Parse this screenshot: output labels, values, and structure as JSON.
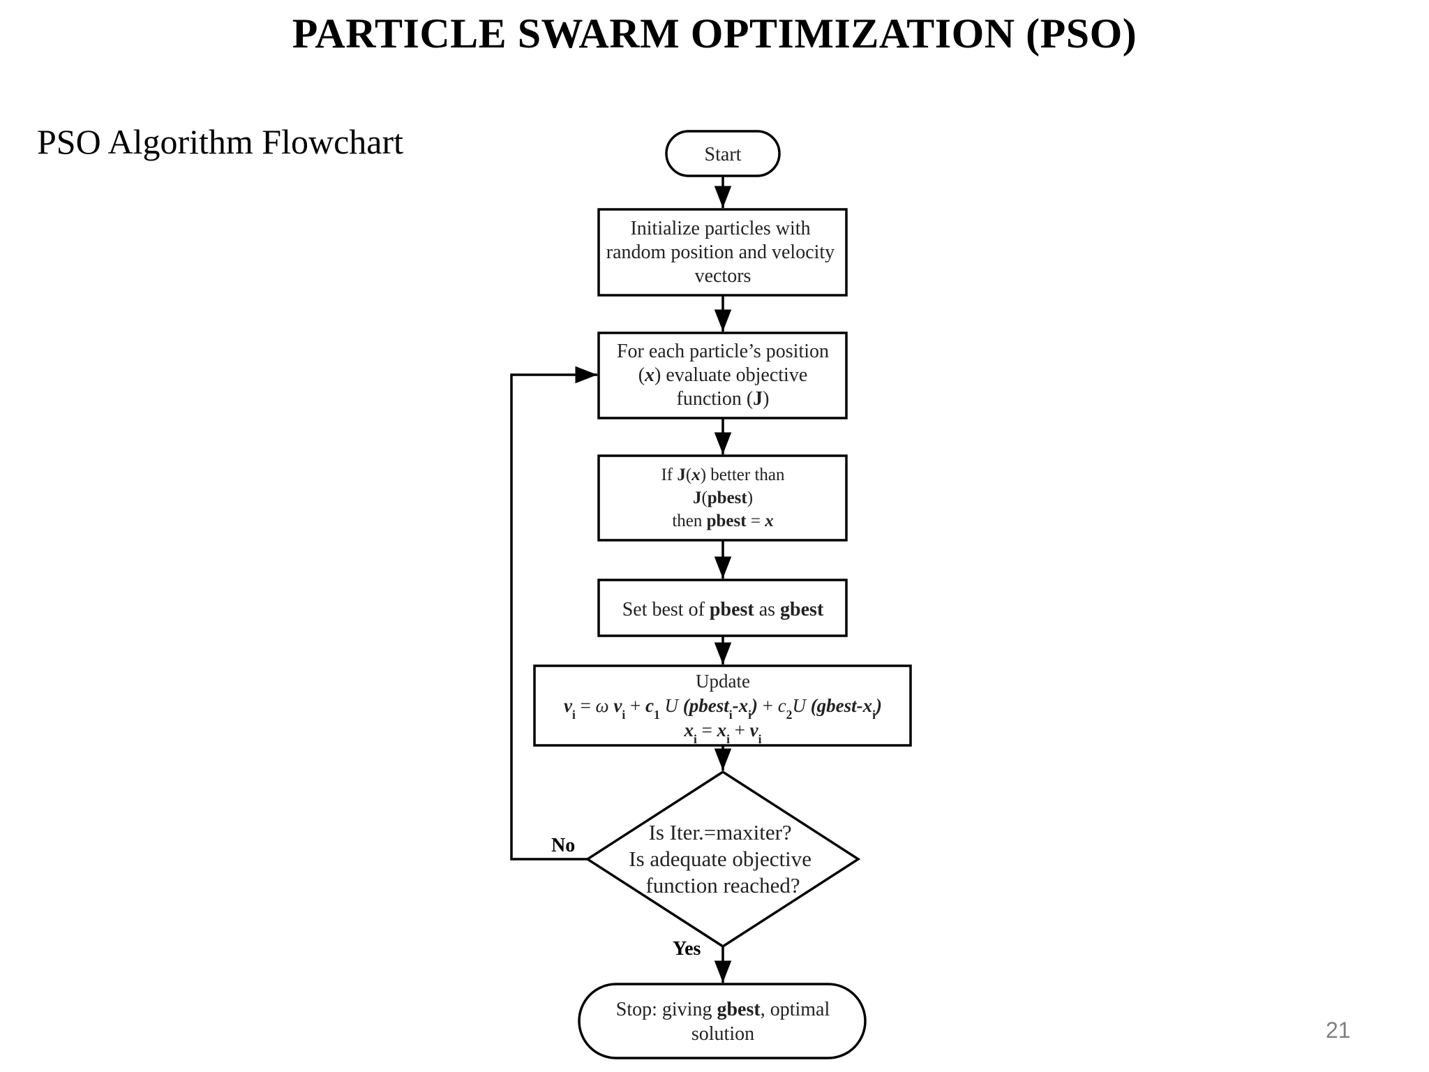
{
  "slide": {
    "title": "PARTICLE SWARM OPTIMIZATION (PSO)",
    "subtitle": "PSO Algorithm Flowchart",
    "page_number": "21"
  },
  "flowchart": {
    "start": "Start",
    "init": [
      "Initialize particles with",
      "random position and velocity",
      "vectors"
    ],
    "evaluate": [
      {
        "parts": [
          {
            "t": "For each particle’s position"
          }
        ]
      },
      {
        "parts": [
          {
            "t": "("
          },
          {
            "t": "x",
            "style": "bi"
          },
          {
            "t": ") evaluate objective"
          }
        ]
      },
      {
        "parts": [
          {
            "t": "function ("
          },
          {
            "t": "J",
            "style": "b"
          },
          {
            "t": ")"
          }
        ]
      }
    ],
    "pbest": [
      {
        "parts": [
          {
            "t": "If "
          },
          {
            "t": "J",
            "style": "b"
          },
          {
            "t": "("
          },
          {
            "t": "x",
            "style": "bi"
          },
          {
            "t": ") better than"
          }
        ]
      },
      {
        "parts": [
          {
            "t": "J",
            "style": "b"
          },
          {
            "t": "("
          },
          {
            "t": "pbest",
            "style": "b"
          },
          {
            "t": ")"
          }
        ]
      },
      {
        "parts": [
          {
            "t": "then "
          },
          {
            "t": "pbest",
            "style": "b"
          },
          {
            "t": " = "
          },
          {
            "t": "x",
            "style": "bi"
          }
        ]
      }
    ],
    "gbest": [
      {
        "parts": [
          {
            "t": "Set best of "
          },
          {
            "t": "pbest",
            "style": "b"
          },
          {
            "t": " as "
          },
          {
            "t": "gbest",
            "style": "b"
          }
        ]
      }
    ],
    "update": [
      {
        "parts": [
          {
            "t": "Update"
          }
        ]
      },
      {
        "parts": [
          {
            "t": "v",
            "style": "bi"
          },
          {
            "t": "i",
            "style": "sub"
          },
          {
            "t": " = "
          },
          {
            "t": "ω",
            "style": "i"
          },
          {
            "t": " v",
            "style": "bi"
          },
          {
            "t": "i",
            "style": "sub"
          },
          {
            "t": " + "
          },
          {
            "t": "c",
            "style": "bi"
          },
          {
            "t": "1",
            "style": "sub"
          },
          {
            "t": " U",
            "style": "i"
          },
          {
            "t": " (pbest",
            "style": "bi"
          },
          {
            "t": "i",
            "style": "sub"
          },
          {
            "t": "-x",
            "style": "bi"
          },
          {
            "t": "i",
            "style": "sub"
          },
          {
            "t": ")",
            "style": "bi"
          },
          {
            "t": " + "
          },
          {
            "t": "c",
            "style": "i"
          },
          {
            "t": "2",
            "style": "sub"
          },
          {
            "t": "U",
            "style": "i"
          },
          {
            "t": " (gbest-x",
            "style": "bi"
          },
          {
            "t": "i",
            "style": "sub"
          },
          {
            "t": ")",
            "style": "bi"
          }
        ]
      },
      {
        "parts": [
          {
            "t": "x",
            "style": "bi"
          },
          {
            "t": "i",
            "style": "sub"
          },
          {
            "t": " = "
          },
          {
            "t": "x",
            "style": "bi"
          },
          {
            "t": "i",
            "style": "sub"
          },
          {
            "t": " + "
          },
          {
            "t": "v",
            "style": "bi"
          },
          {
            "t": "i",
            "style": "sub"
          }
        ]
      }
    ],
    "decision": [
      "Is Iter.=maxiter?",
      "Is adequate objective",
      "function reached?"
    ],
    "no_label": "No",
    "yes_label": "Yes",
    "stop": [
      {
        "parts": [
          {
            "t": "Stop: giving "
          },
          {
            "t": "gbest",
            "style": "b"
          },
          {
            "t": ", optimal"
          }
        ]
      },
      {
        "parts": [
          {
            "t": "solution"
          }
        ]
      }
    ]
  }
}
